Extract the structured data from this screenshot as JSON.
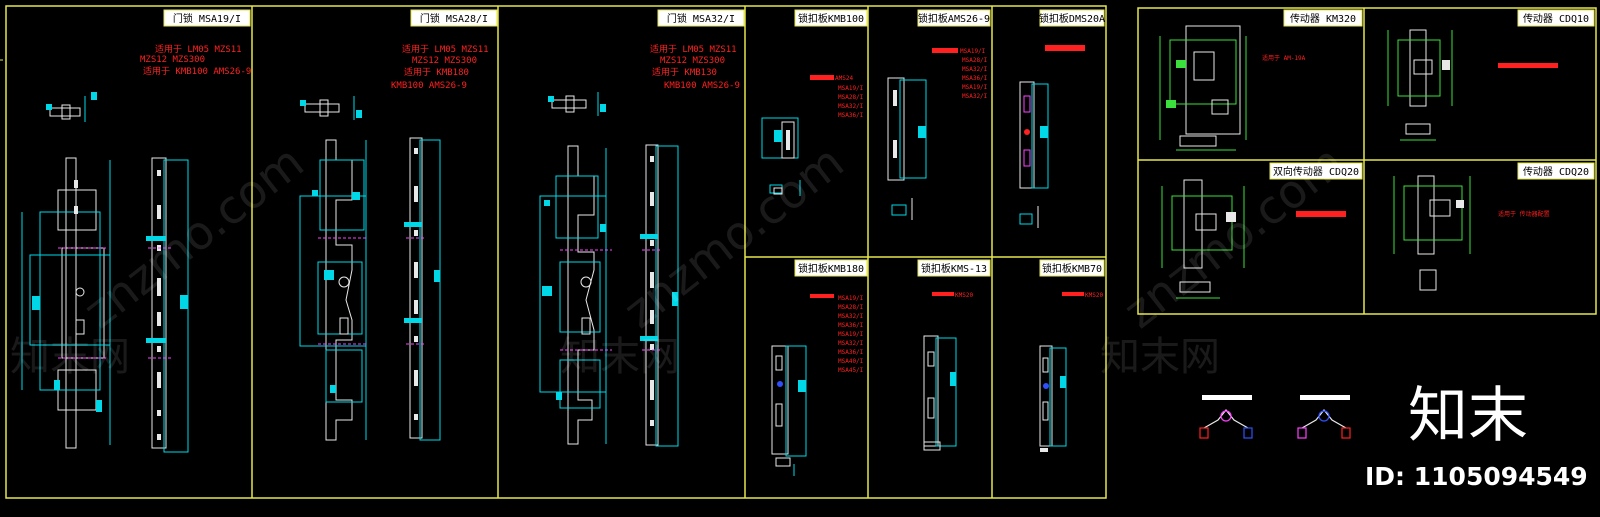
{
  "colors": {
    "background": "#000000",
    "frame": "#e6e64a",
    "cyan": "#00d8e8",
    "white": "#e8e8e8",
    "red": "#ff2020",
    "magenta": "#ff40ff",
    "green": "#3ce03c",
    "blue": "#3050ff"
  },
  "sheets": [
    {
      "title": "门锁 MSA19/I",
      "notes": [
        "适用于 LM05  MZS11",
        "      MZS12  MZS300",
        "适用于  KMB100   AMS26-9"
      ]
    },
    {
      "title": "门锁 MSA28/I",
      "notes": [
        "适用于 LM05  MZS11",
        "MZS12  MZS300",
        "适用于  KMB180",
        "KMB100   AMS26-9"
      ]
    },
    {
      "title": "门锁 MSA32/I",
      "notes": [
        "适用于 LM05  MZS11",
        "MZS12  MZS300",
        "适用于  KMB130",
        "KMB100   AMS26-9"
      ]
    }
  ],
  "keepers": [
    {
      "title": "锁扣板KMB100",
      "notes": [
        "AMS24",
        "MSA19/I",
        "MSA28/I",
        "MSA32/I",
        "MSA36/I"
      ]
    },
    {
      "title": "锁扣板AMS26-9",
      "notes": [
        "MSA19/I",
        "MSA28/I",
        "MSA32/I",
        "MSA36/I",
        "MSA19/I",
        "MSA32/I"
      ]
    },
    {
      "title": "锁扣板DMS20A",
      "notes": []
    },
    {
      "title": "锁扣板KMB180",
      "notes": [
        "MSA19/I",
        "MSA28/I",
        "MSA32/I",
        "MSA36/I",
        "MSA19/I",
        "MSA32/I",
        "MSA36/I",
        "MSA40/I",
        "MSA45/I"
      ]
    },
    {
      "title": "锁扣板KMS-13",
      "notes": [
        "KMS20"
      ]
    },
    {
      "title": "锁扣板KMB70",
      "notes": [
        "KMS20"
      ]
    }
  ],
  "actuators": [
    {
      "title": "传动器 KM320",
      "note": "适用于  AM-19A"
    },
    {
      "title": "传动器 CDQ10",
      "note": ""
    },
    {
      "title": "双向传动器 CDQ20",
      "note": ""
    },
    {
      "title": "传动器 CDQ20",
      "note": "适用于 传动器配置"
    }
  ],
  "watermark": "znzmo.com",
  "watermark_cn": "知末网",
  "brand": {
    "logo": "知末",
    "id_label": "ID: 1105094549"
  }
}
